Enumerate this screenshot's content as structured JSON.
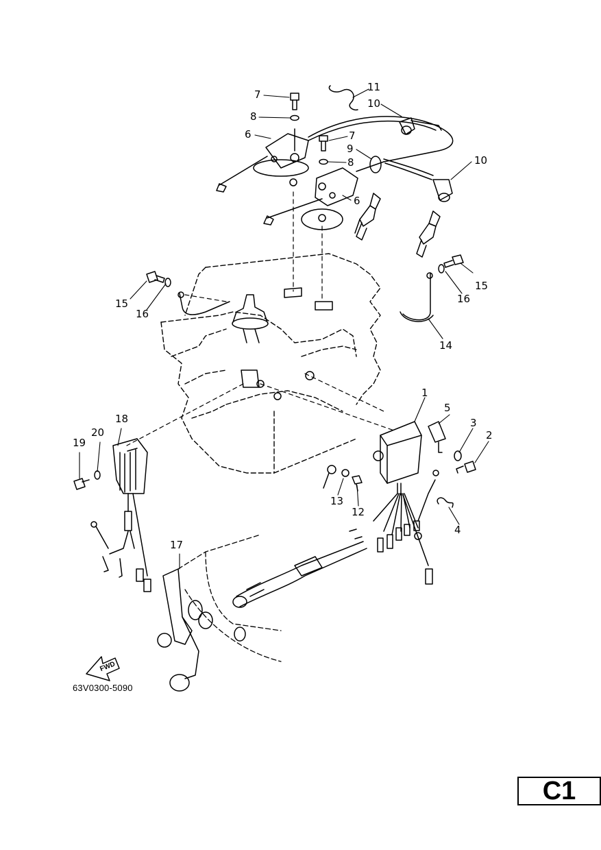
{
  "diagram": {
    "part_code": "63V0300-5090",
    "section_label": "C1",
    "fwd_label": "FWD",
    "callouts": [
      "1",
      "2",
      "3",
      "4",
      "5",
      "6",
      "6",
      "7",
      "7",
      "8",
      "8",
      "9",
      "10",
      "10",
      "11",
      "12",
      "13",
      "14",
      "15",
      "15",
      "16",
      "16",
      "17",
      "18",
      "19",
      "20"
    ]
  }
}
